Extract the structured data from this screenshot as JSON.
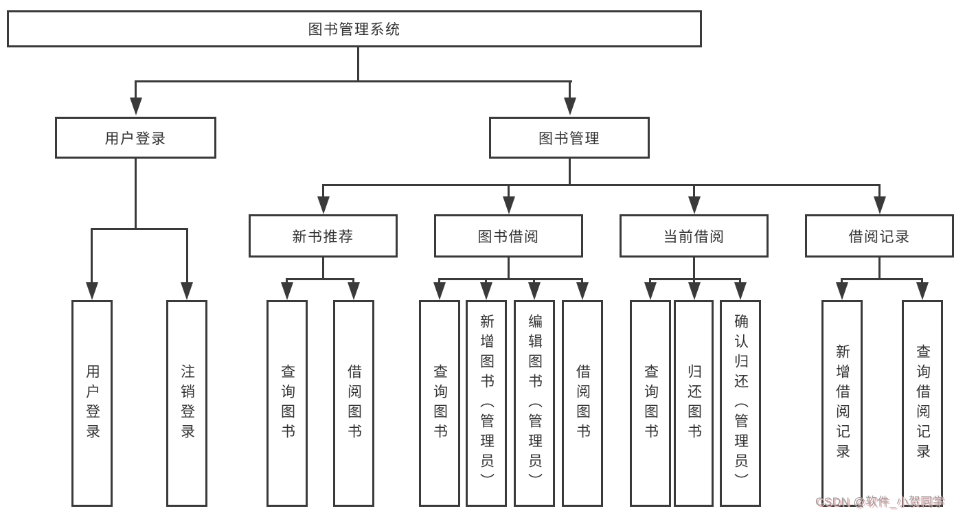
{
  "colors": {
    "line": "#3a3a3a",
    "node_border": "#3a3a3a",
    "node_text": "#333333",
    "background": "#ffffff",
    "watermark_text": "#9e9ea0",
    "watermark_shadow": "#eab0b0"
  },
  "tree": {
    "label": "图书管理系统",
    "children": [
      {
        "label": "用户登录",
        "children": [
          {
            "label": "用户登录"
          },
          {
            "label": "注销登录"
          }
        ]
      },
      {
        "label": "图书管理",
        "children": [
          {
            "label": "新书推荐",
            "children": [
              {
                "label": "查询图书"
              },
              {
                "label": "借阅图书"
              }
            ]
          },
          {
            "label": "图书借阅",
            "children": [
              {
                "label": "查询图书"
              },
              {
                "label": "新增图书（管理员）"
              },
              {
                "label": "编辑图书（管理员）"
              },
              {
                "label": "借阅图书"
              }
            ]
          },
          {
            "label": "当前借阅",
            "children": [
              {
                "label": "查询图书"
              },
              {
                "label": "归还图书"
              },
              {
                "label": "确认归还（管理员）"
              }
            ]
          },
          {
            "label": "借阅记录",
            "children": [
              {
                "label": "新增借阅记录"
              },
              {
                "label": "查询借阅记录"
              }
            ]
          }
        ]
      }
    ]
  },
  "watermark": {
    "text": "CSDN @软件_小贺同学"
  }
}
